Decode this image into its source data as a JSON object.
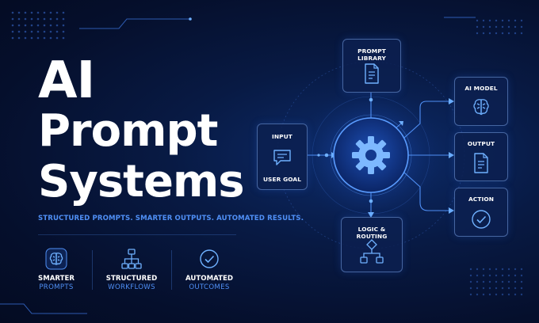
{
  "headline": {
    "line1": "AI",
    "line2": "Prompt",
    "line3": "Systems"
  },
  "tagline": "STRUCTURED PROMPTS. SMARTER OUTPUTS. AUTOMATED RESULTS.",
  "features": [
    {
      "line1": "SMARTER",
      "line2": "PROMPTS",
      "icon": "brain-icon"
    },
    {
      "line1": "STRUCTURED",
      "line2": "WORKFLOWS",
      "icon": "hierarchy-icon"
    },
    {
      "line1": "AUTOMATED",
      "line2": "OUTCOMES",
      "icon": "check-circle-icon"
    }
  ],
  "diagram": {
    "center": {
      "icon": "gear-icon"
    },
    "nodes": {
      "input": {
        "label_top": "INPUT",
        "label_bottom": "USER GOAL",
        "icon": "chat-icon"
      },
      "prompt_library": {
        "label": "PROMPT LIBRARY",
        "icon": "document-icon"
      },
      "logic_routing": {
        "label": "LOGIC & ROUTING",
        "icon": "flowchart-icon"
      },
      "ai_model": {
        "label": "AI MODEL",
        "icon": "brain-icon"
      },
      "output": {
        "label": "OUTPUT",
        "icon": "document-icon"
      },
      "action": {
        "label": "ACTION",
        "icon": "check-circle-icon"
      }
    }
  },
  "colors": {
    "background": "#050f2c",
    "accent": "#4f8ff5",
    "accent_bright": "#6fb1ff",
    "text": "#ffffff"
  }
}
